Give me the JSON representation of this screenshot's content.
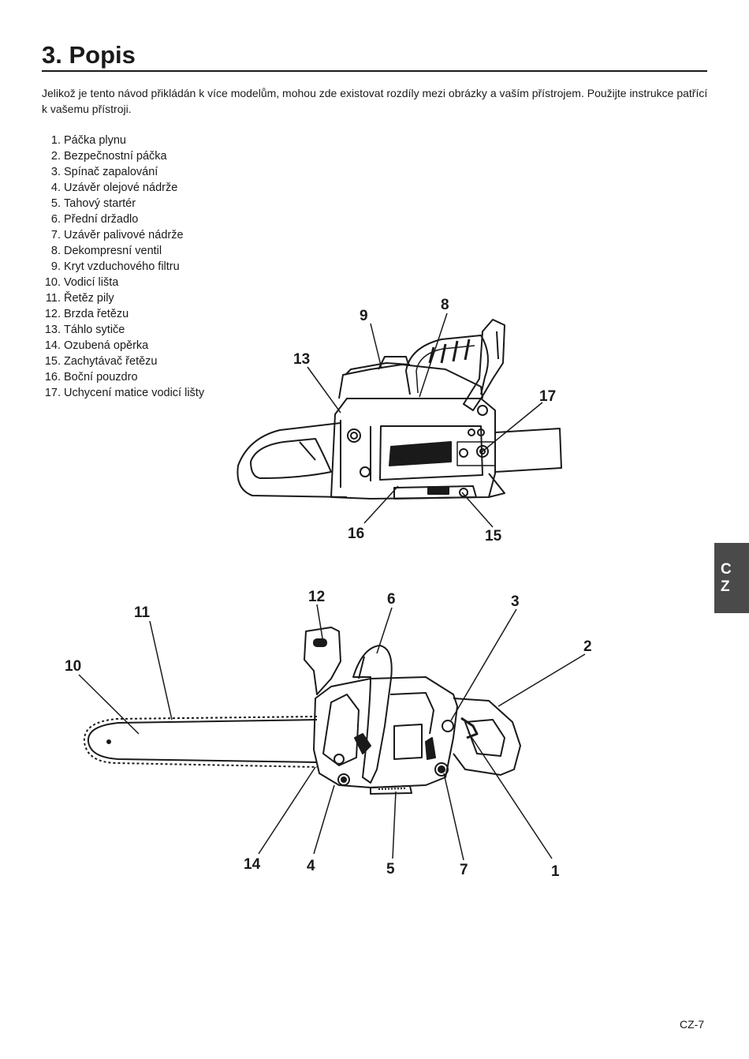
{
  "header": {
    "title": "3. Popis"
  },
  "intro": "Jelikož je tento návod přikládán k více modelům, mohou zde existovat rozdíly mezi obrázky a vaším přístrojem. Použijte instrukce patřící k vašemu přístroji.",
  "parts": [
    {
      "num": "1.",
      "label": "Páčka plynu"
    },
    {
      "num": "2.",
      "label": "Bezpečnostní páčka"
    },
    {
      "num": "3.",
      "label": "Spínač zapalování"
    },
    {
      "num": "4.",
      "label": "Uzávěr olejové nádrže"
    },
    {
      "num": "5.",
      "label": "Tahový startér"
    },
    {
      "num": "6.",
      "label": "Přední držadlo"
    },
    {
      "num": "7.",
      "label": "Uzávěr palivové nádrže"
    },
    {
      "num": "8.",
      "label": "Dekompresní ventil"
    },
    {
      "num": "9.",
      "label": "Kryt vzduchového filtru"
    },
    {
      "num": "10.",
      "label": "Vodicí lišta"
    },
    {
      "num": "11.",
      "label": "Řetěz pily"
    },
    {
      "num": "12.",
      "label": "Brzda řetězu"
    },
    {
      "num": "13.",
      "label": "Táhlo sytiče"
    },
    {
      "num": "14.",
      "label": "Ozubená opěrka"
    },
    {
      "num": "15.",
      "label": "Zachytávač řetězu"
    },
    {
      "num": "16.",
      "label": "Boční pouzdro"
    },
    {
      "num": "17.",
      "label": "Uchycení matice vodicí lišty"
    }
  ],
  "figure_top": {
    "callouts": [
      "9",
      "8",
      "13",
      "17",
      "16",
      "15"
    ]
  },
  "figure_bottom": {
    "callouts": [
      "12",
      "6",
      "3",
      "11",
      "2",
      "10",
      "14",
      "4",
      "5",
      "7",
      "1"
    ]
  },
  "side_tab": {
    "line1": "C",
    "line2": "Z"
  },
  "footer": {
    "page": "CZ-7"
  }
}
